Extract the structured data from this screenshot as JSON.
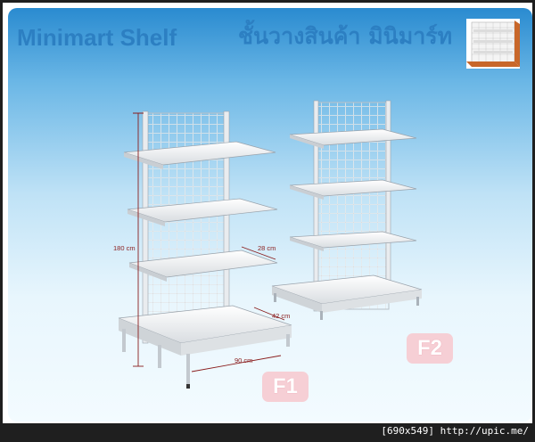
{
  "header": {
    "title_en": "Minimart Shelf",
    "title_th": "ชั้นวางสินค้า มินิมาร์ท"
  },
  "dimensions": {
    "height": "180 cm",
    "shelf_depth": "28 cm",
    "base_depth": "42 cm",
    "width": "90 cm"
  },
  "labels": {
    "f1": "F1",
    "f2": "F2"
  },
  "footer": {
    "text": "[690x549] http://upic.me/"
  },
  "colors": {
    "title": "#2c7fc2",
    "badge_bg": "#f6cfd5",
    "dimension": "#8a1d1d",
    "shelf": "#f2f4f6"
  }
}
